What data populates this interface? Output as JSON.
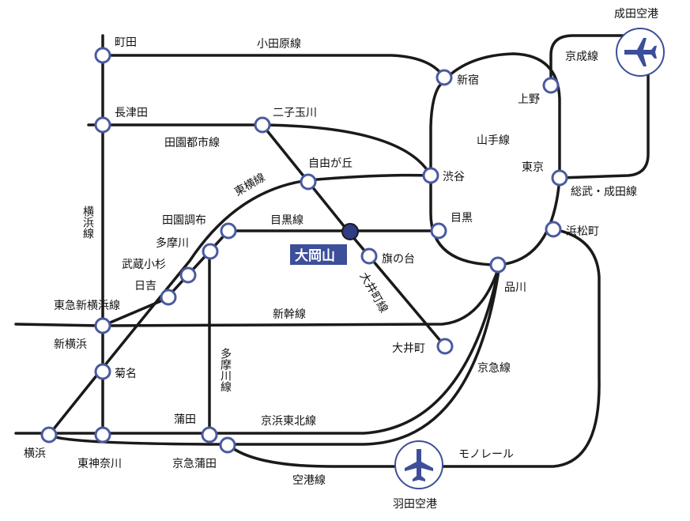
{
  "highlight": {
    "name": "大岡山",
    "color": "#3d4e9a"
  },
  "stations": {
    "machida": "町田",
    "nagatsuta": "長津田",
    "futako_tamagawa": "二子玉川",
    "jiyugaoka": "自由が丘",
    "shibuya": "渋谷",
    "shinjuku": "新宿",
    "ueno": "上野",
    "tokyo": "東京",
    "meguro": "目黒",
    "hamamatsucho": "浜松町",
    "shinagawa": "品川",
    "hatanodai": "旗の台",
    "oimachi": "大井町",
    "denenchofu": "田園調布",
    "tamagawa": "多摩川",
    "musashi_kosugi": "武蔵小杉",
    "hiyoshi": "日吉",
    "shin_yokohama": "新横浜",
    "kikuna": "菊名",
    "yokohama": "横浜",
    "higashi_kanagawa": "東神奈川",
    "kamata": "蒲田",
    "keikyu_kamata": "京急蒲田"
  },
  "lines": {
    "odakyu": "小田原線",
    "denentoshi": "田園都市線",
    "toyoko": "東横線",
    "meguro": "目黒線",
    "yamanote": "山手線",
    "keisei": "京成線",
    "sobu_narita": "総武・成田線",
    "oimachi": "大井町線",
    "yokohama_line": "横浜線",
    "tokyu_shin_yokohama": "東急新横浜線",
    "shinkansen": "新幹線",
    "tamagawa_line": "多摩川線",
    "keihin_tohoku": "京浜東北線",
    "keikyu": "京急線",
    "airport": "空港線",
    "monorail": "モノレール"
  },
  "airports": {
    "narita": {
      "name": "成田空港",
      "icon": "airplane-icon"
    },
    "haneda": {
      "name": "羽田空港",
      "icon": "airplane-icon"
    }
  },
  "colors": {
    "line": "#1a1a1a",
    "station_ring": "#4a5aa0",
    "accent": "#3d4e9a"
  }
}
